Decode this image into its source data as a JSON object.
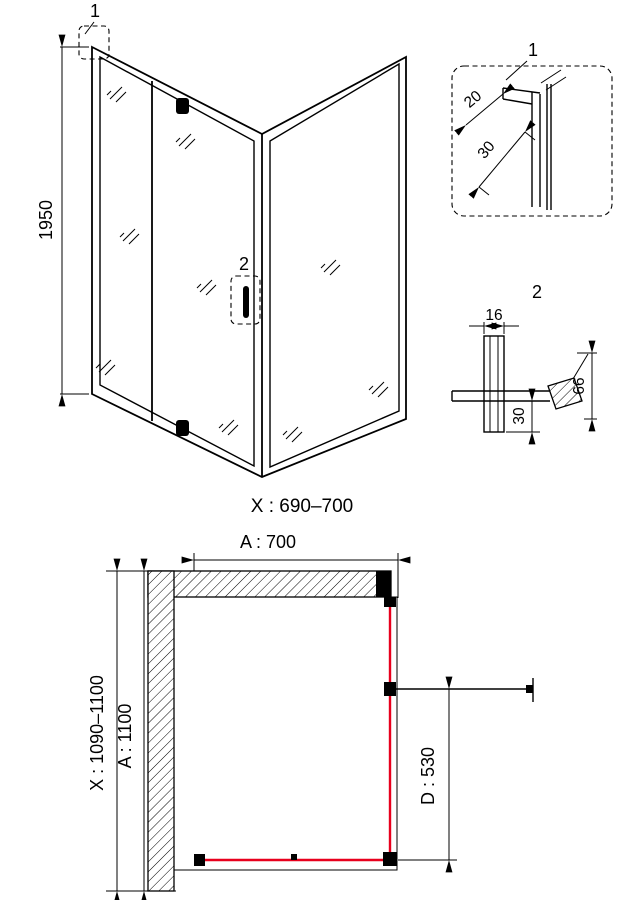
{
  "front": {
    "height_dim": "1950",
    "detail_ref_1": "1",
    "detail_ref_2": "2",
    "width_range": "X : 690–700"
  },
  "detail1": {
    "title": "1",
    "dim_20": "20",
    "dim_30": "30"
  },
  "detail2": {
    "title": "2",
    "dim_16": "16",
    "dim_30": "30",
    "dim_66": "66"
  },
  "plan": {
    "width_dim": "A : 700",
    "depth_range": "X : 1090–1100",
    "depth_dim": "A : 1100",
    "door_dim": "D : 530"
  },
  "colors": {
    "ink": "#000000",
    "glass": "#e8001d"
  }
}
